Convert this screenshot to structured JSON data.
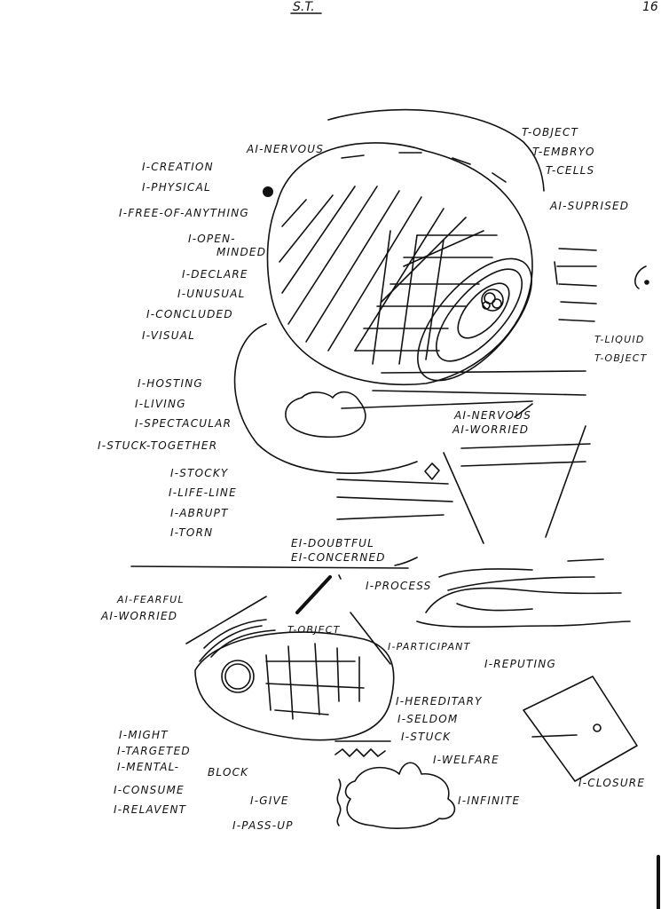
{
  "header": {
    "title": "S.T.",
    "page_number": "16"
  },
  "labels": {
    "ai_nervous_top": "AI-NERVOUS",
    "creation": "I-CREATION",
    "physical": "I-PHYSICAL",
    "free_of_anything": "I-FREE-OF-ANYTHING",
    "open": "I-OPEN-",
    "minded": "MINDED",
    "declare": "I-DECLARE",
    "unusual": "I-UNUSUAL",
    "concluded": "I-CONCLUDED",
    "visual": "I-VISUAL",
    "hosting": "I-HOSTING",
    "living": "I-LIVING",
    "spectacular": "I-SPECTACULAR",
    "stuck_together": "I-STUCK-TOGETHER",
    "stocky": "I-STOCKY",
    "life_line": "I-LIFE-LINE",
    "abrupt": "I-ABRUPT",
    "torn": "I-TORN",
    "t_object_1": "T-OBJECT",
    "t_embryo": "T-EMBRYO",
    "t_cells": "T-CELLS",
    "ai_suprised": "AI-SUPRISED",
    "t_liquid": "T-LIQUID",
    "t_object_2": "T-OBJECT",
    "ai_nervous_mid": "AI-NERVOUS",
    "ai_worried_mid": "AI-WORRIED",
    "ei_doubtful": "EI-DOUBTFUL",
    "ei_concerned": "EI-CONCERNED",
    "ai_fearful": "AI-FEARFUL",
    "ai_worried_low": "AI-WORRIED",
    "process": "I-PROCESS",
    "t_object_3": "T-OBJECT",
    "participant": "I-PARTICIPANT",
    "reputing": "I-REPUTING",
    "hereditary": "I-HEREDITARY",
    "seldom": "I-SELDOM",
    "stuck": "I-STUCK",
    "welfare": "I-WELFARE",
    "infinite": "I-INFINITE",
    "closure": "I-CLOSURE",
    "might": "I-MIGHT",
    "targeted": "I-TARGETED",
    "mental": "I-MENTAL-",
    "block": "BLOCK",
    "consume": "I-CONSUME",
    "relavent": "I-RELAVENT",
    "give": "I-GIVE",
    "pass_up": "I-PASS-UP"
  }
}
